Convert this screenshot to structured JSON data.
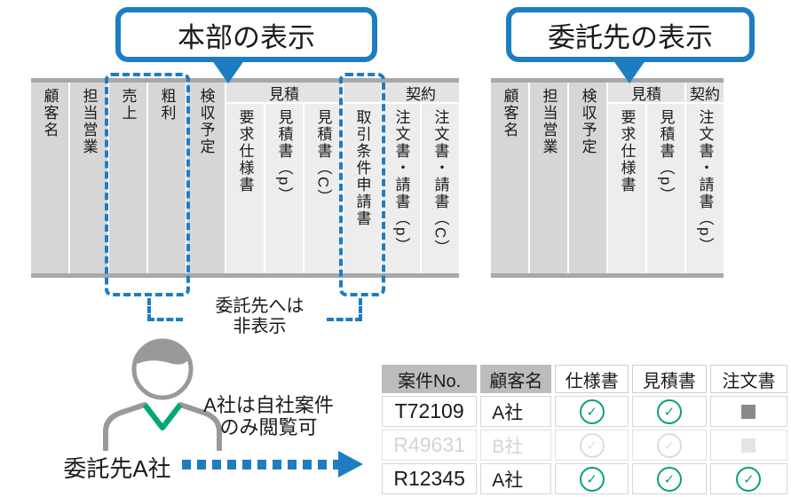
{
  "callouts": {
    "hq": "本部の表示",
    "contractor": "委託先の表示"
  },
  "hq_table": {
    "groups": [
      "見積",
      "契約"
    ],
    "columns": [
      "顧客名",
      "担当営業",
      "売上",
      "粗利",
      "検収予定",
      "要求仕様書",
      "見積書（p）",
      "見積書（C）",
      "取引条件申請書",
      "注文書・請書（p）",
      "注文書・請書（C）"
    ],
    "hidden_columns": [
      "売上",
      "粗利",
      "取引条件申請書"
    ]
  },
  "contractor_table": {
    "groups": [
      "見積",
      "契約"
    ],
    "columns": [
      "顧客名",
      "担当営業",
      "検収予定",
      "要求仕様書",
      "見積書（p）",
      "注文書・請書（p）"
    ]
  },
  "annotations": {
    "hidden_note_line1": "委託先へは",
    "hidden_note_line2": "非表示",
    "view_note_line1": "A社は自社案件",
    "view_note_line2": "のみ閲覧可",
    "person_label": "委託先A社"
  },
  "case_table": {
    "headers": [
      "案件No.",
      "顧客名",
      "仕様書",
      "見積書",
      "注文書"
    ],
    "rows": [
      {
        "case_no": "T72109",
        "customer": "A社",
        "docs": [
          "check",
          "check",
          "square"
        ],
        "dimmed": false
      },
      {
        "case_no": "R49631",
        "customer": "B社",
        "docs": [
          "check",
          "check",
          "square"
        ],
        "dimmed": true
      },
      {
        "case_no": "R12345",
        "customer": "A社",
        "docs": [
          "check",
          "check",
          "check"
        ],
        "dimmed": false
      }
    ]
  },
  "colors": {
    "accent_blue": "#1e7dc1",
    "check_green": "#0aa173",
    "collar_green": "#00a878",
    "bar_gray": "#a8a8a8",
    "base_col_gray": "#d6d6d6",
    "doc_col_gray": "#ededed",
    "group_head_gray": "#e3e3e3",
    "case_header_gray": "#bcbcbc",
    "square_gray": "#8a8a8a",
    "dimmed_gray": "#d4d4d4",
    "person_gray": "#999999"
  }
}
